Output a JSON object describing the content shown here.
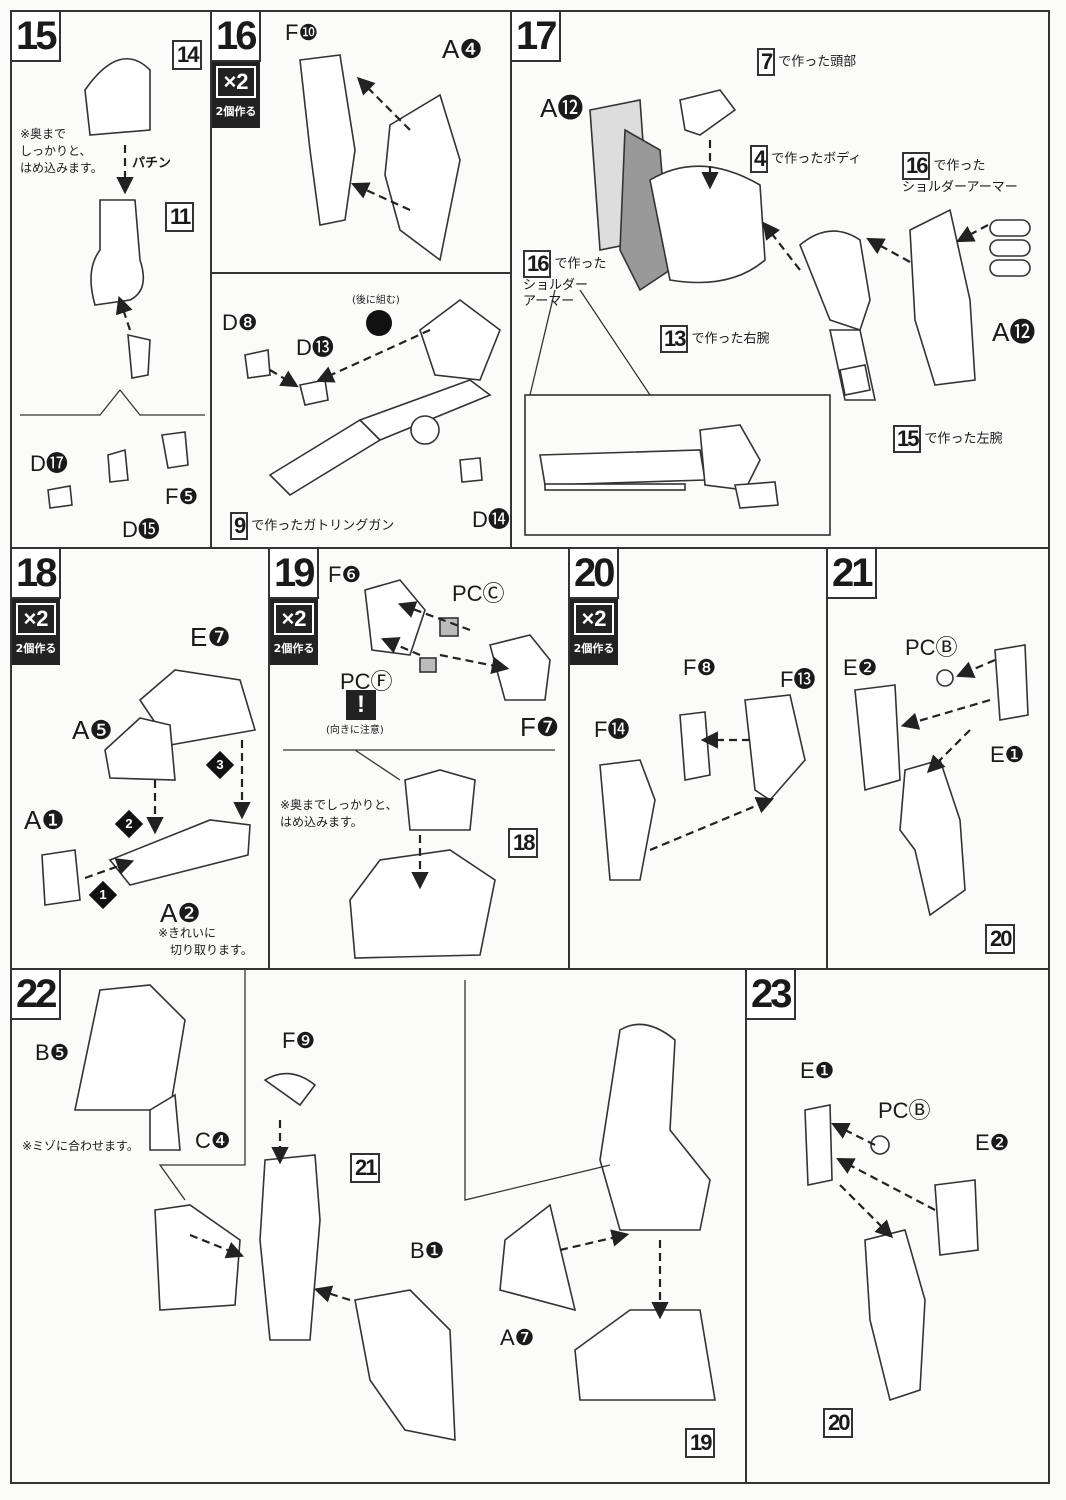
{
  "steps": {
    "s15": {
      "number": "15",
      "ref14": "14",
      "ref11": "11",
      "note": "※奥まで\nしっかりと、\nはめ込みます。",
      "sound": "パチン",
      "parts": [
        "D⓱",
        "F❺",
        "D⓯"
      ]
    },
    "s16": {
      "number": "16",
      "x2": "×2",
      "x2_note": "2個作る",
      "parts": [
        "F❿",
        "A❹"
      ]
    },
    "s16b": {
      "parts": [
        "D❽",
        "D⓭",
        "D⓮"
      ],
      "later_note": "(後に組む)",
      "ref9": "9",
      "ref9_text": "で作ったガトリングガン"
    },
    "s17": {
      "number": "17",
      "ref7": "7",
      "ref7_text": "で作った頭部",
      "ref4": "4",
      "ref4_text": "で作ったボディ",
      "ref16a": "16",
      "ref16a_text": "で作った\nショルダーアーマー",
      "ref16b": "16",
      "ref16b_text": "で作った\nショルダー\nアーマー",
      "ref13": "13",
      "ref13_text": "で作った右腕",
      "ref15": "15",
      "ref15_text": "で作った左腕",
      "parts": [
        "A⓬",
        "A⓬"
      ]
    },
    "s18": {
      "number": "18",
      "x2": "×2",
      "x2_note": "2個作る",
      "parts": [
        "E❼",
        "A❺",
        "A❶",
        "A❷"
      ],
      "order": [
        "1",
        "2",
        "3"
      ],
      "note": "※きれいに\n　切り取ります。"
    },
    "s19": {
      "number": "19",
      "x2": "×2",
      "x2_note": "2個作る",
      "parts": [
        "F❻",
        "PCⒸ",
        "PCⒻ",
        "F❼"
      ],
      "caution": "!",
      "caution_note": "(向きに注意)",
      "note": "※奥までしっかりと、\nはめ込みます。",
      "ref18": "18"
    },
    "s20": {
      "number": "20",
      "x2": "×2",
      "x2_note": "2個作る",
      "parts": [
        "F❽",
        "F⓭",
        "F⓮"
      ]
    },
    "s21": {
      "number": "21",
      "parts": [
        "PCⒷ",
        "E❷",
        "E❶"
      ],
      "ref20": "20"
    },
    "s22": {
      "number": "22",
      "parts": [
        "B❺",
        "C❹",
        "F❾",
        "B❶",
        "A❼"
      ],
      "note": "※ミゾに合わせます。",
      "ref21": "21",
      "ref19": "19"
    },
    "s23": {
      "number": "23",
      "parts": [
        "E❶",
        "PCⒷ",
        "E❷"
      ],
      "ref20": "20"
    }
  }
}
